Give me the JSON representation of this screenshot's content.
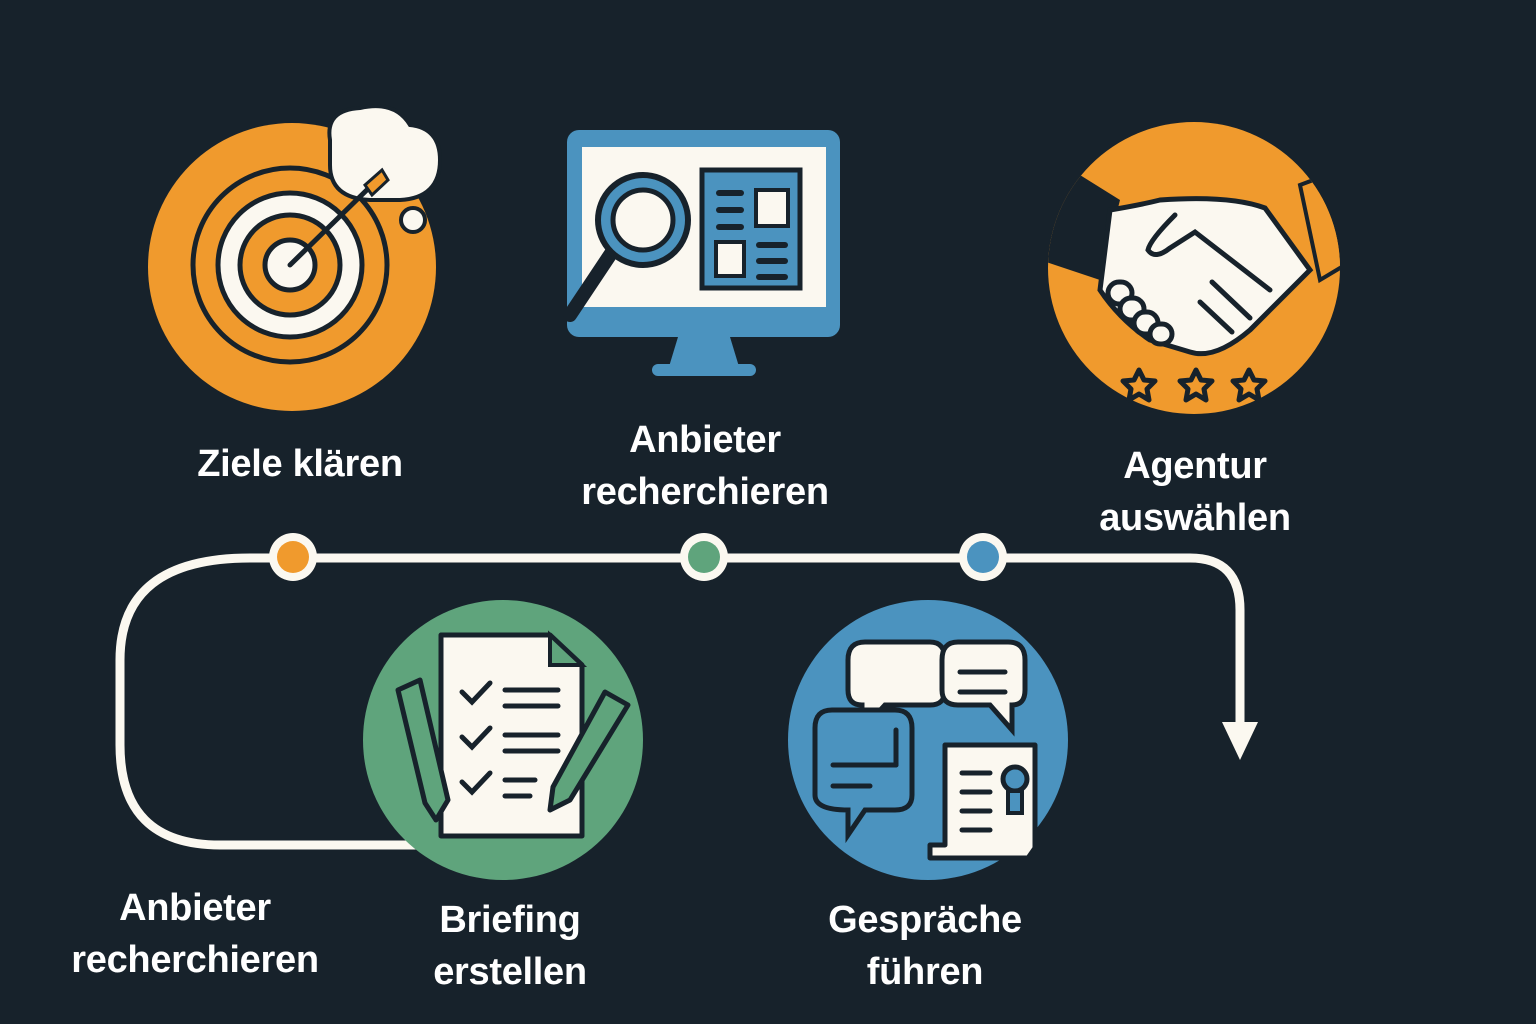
{
  "colors": {
    "background": "#17222b",
    "orange": "#f09a2d",
    "blue": "#4b93bf",
    "green": "#5fa47c",
    "cream": "#fbf8f0",
    "outline": "#17222b",
    "path": "#fbf8f0"
  },
  "steps": [
    {
      "id": "ziele",
      "line1": "Ziele klären",
      "line2": "",
      "icon": "target-icon",
      "color": "orange"
    },
    {
      "id": "recherche-top",
      "line1": "Anbieter",
      "line2": "recherchieren",
      "icon": "monitor-search-icon",
      "color": "blue"
    },
    {
      "id": "agentur",
      "line1": "Agentur",
      "line2": "auswählen",
      "icon": "handshake-icon",
      "color": "orange"
    },
    {
      "id": "recherche-bottom",
      "line1": "Anbieter",
      "line2": "recherchieren",
      "icon": "",
      "color": ""
    },
    {
      "id": "briefing",
      "line1": "Briefing",
      "line2": "erstellen",
      "icon": "checklist-document-icon",
      "color": "green"
    },
    {
      "id": "gespraeche",
      "line1": "Gespräche",
      "line2": "führen",
      "icon": "chat-bubbles-icon",
      "color": "blue"
    }
  ],
  "timeline": {
    "nodes": [
      {
        "color": "orange"
      },
      {
        "color": "green"
      },
      {
        "color": "blue"
      }
    ],
    "end": "arrow-down"
  }
}
